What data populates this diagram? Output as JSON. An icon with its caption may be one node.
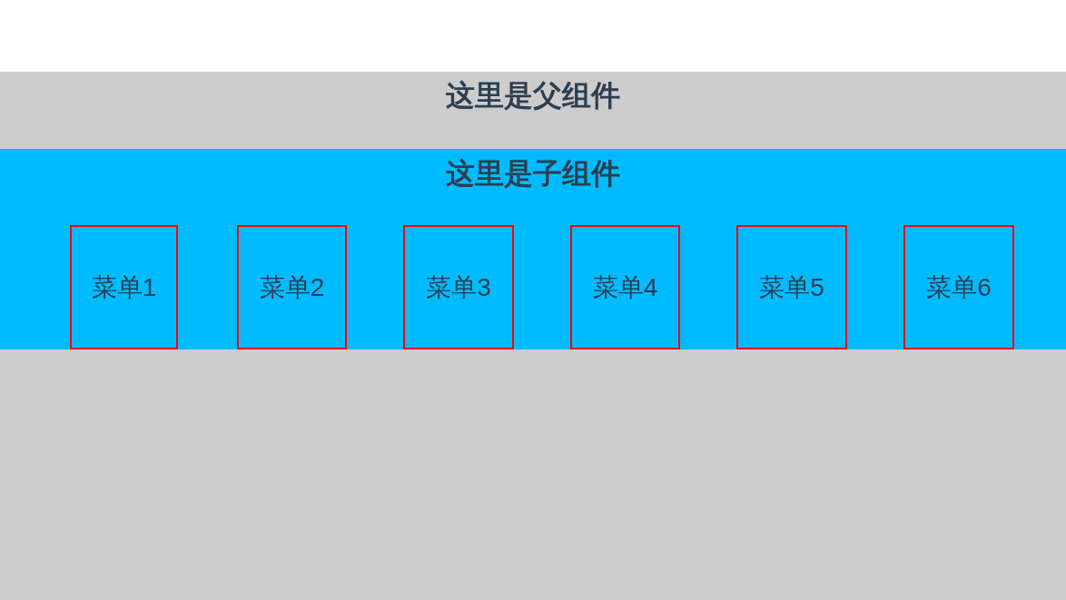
{
  "diagram": {
    "nodes": [
      {
        "text": [
          "这里是父组件"
        ]
      },
      {
        "text": [
          "这里是子组件"
        ],
        "in": 0
      },
      {
        "text": [
          "菜单1"
        ],
        "in": 1
      },
      {
        "text": [
          "菜单2"
        ],
        "in": 1
      },
      {
        "text": [
          "菜单3"
        ],
        "in": 1
      },
      {
        "text": [
          "菜单4"
        ],
        "in": 1
      },
      {
        "text": [
          "菜单5"
        ],
        "in": 1
      },
      {
        "text": [
          "菜单6"
        ],
        "in": 1
      }
    ]
  }
}
